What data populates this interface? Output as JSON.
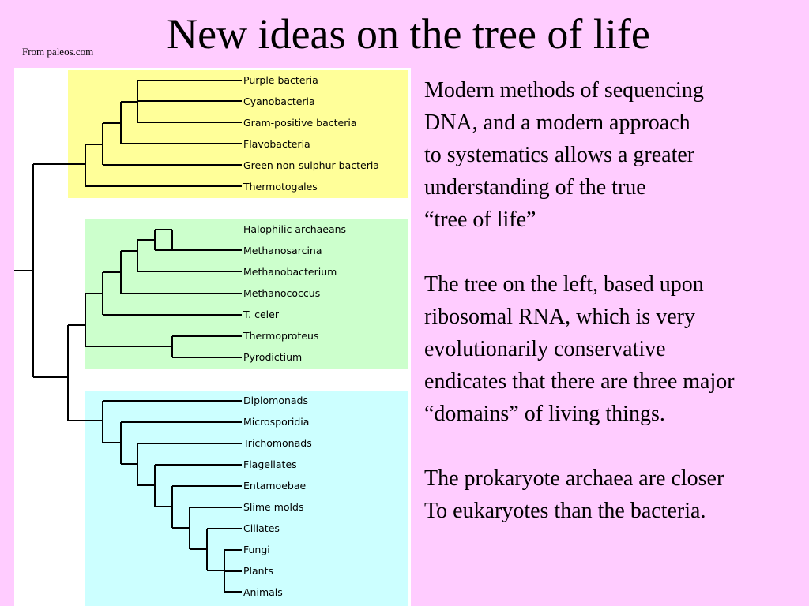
{
  "slide": {
    "title": "New ideas on the tree of life",
    "source": "From paleos.com"
  },
  "domain_colors": {
    "bacteria": "#ffff99",
    "archaea": "#ccffcc",
    "eukaryotes": "#ccffff"
  },
  "tree": {
    "bacteria": [
      "Purple bacteria",
      "Cyanobacteria",
      "Gram-positive bacteria",
      "Flavobacteria",
      "Green non-sulphur bacteria",
      "Thermotogales"
    ],
    "archaea": [
      "Halophilic archaeans",
      "Methanosarcina",
      "Methanobacterium",
      "Methanococcus",
      "T. celer",
      "Thermoproteus",
      "Pyrodictium"
    ],
    "eukaryotes": [
      "Diplomonads",
      "Microsporidia",
      "Trichomonads",
      "Flagellates",
      "Entamoebae",
      "Slime molds",
      "Ciliates",
      "Fungi",
      "Plants",
      "Animals"
    ]
  },
  "text": {
    "paragraphs": [
      "Modern methods of sequencing\nDNA, and a modern approach\nto systematics allows a greater\nunderstanding of the true\n“tree of life”",
      "The tree on the left, based upon\nribosomal RNA, which is very\nevolutionarily conservative\nendicates that there are three major\n“domains” of living things.",
      "The prokaryote archaea are closer\nTo eukaryotes than the bacteria."
    ]
  }
}
